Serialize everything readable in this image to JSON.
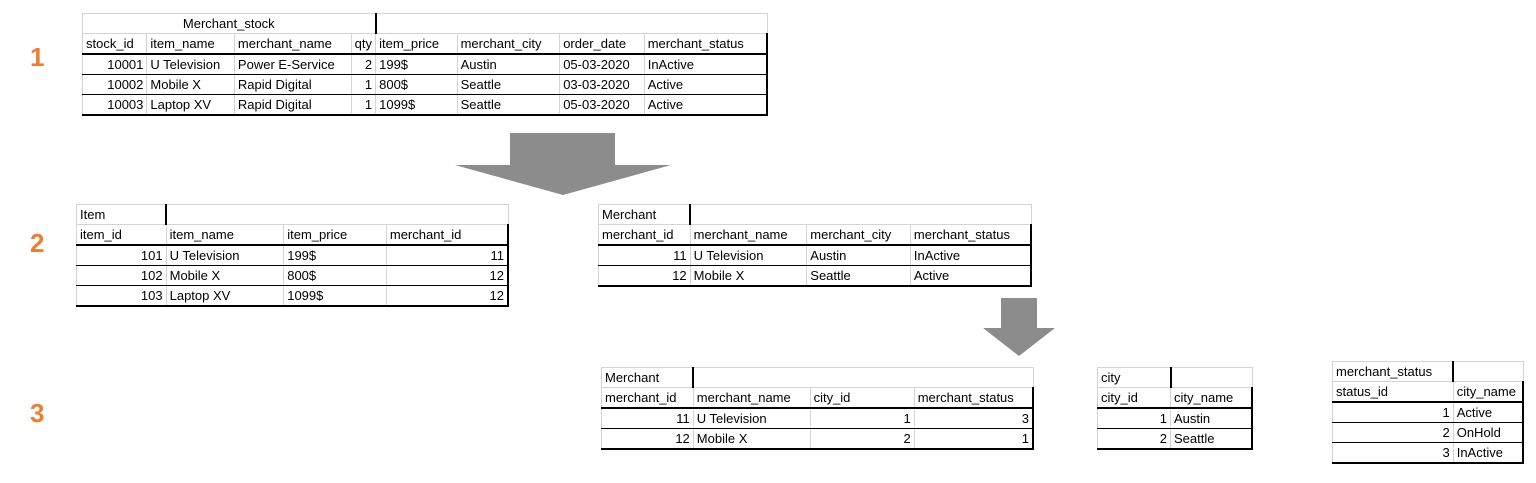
{
  "steps": [
    "1",
    "2",
    "3"
  ],
  "colors": {
    "step": "#ED7D31",
    "arrow": "#8C8C8C"
  },
  "merchant_stock": {
    "title": "Merchant_stock",
    "headers": [
      "stock_id",
      "item_name",
      "merchant_name",
      "qty",
      "item_price",
      "merchant_city",
      "order_date",
      "merchant_status"
    ],
    "rows": [
      [
        "10001",
        "U Television",
        "Power E-Service",
        "2",
        "199$",
        "Austin",
        "05-03-2020",
        "InActive"
      ],
      [
        "10002",
        "Mobile X",
        "Rapid Digital",
        "1",
        "800$",
        "Seattle",
        "03-03-2020",
        "Active"
      ],
      [
        "10003",
        "Laptop XV",
        "Rapid Digital",
        "1",
        "1099$",
        "Seattle",
        "05-03-2020",
        "Active"
      ]
    ]
  },
  "item": {
    "title": "Item",
    "headers": [
      "item_id",
      "item_name",
      "item_price",
      "merchant_id"
    ],
    "rows": [
      [
        "101",
        "U Television",
        "199$",
        "11"
      ],
      [
        "102",
        "Mobile X",
        "800$",
        "12"
      ],
      [
        "103",
        "Laptop XV",
        "1099$",
        "12"
      ]
    ]
  },
  "merchant2": {
    "title": "Merchant",
    "headers": [
      "merchant_id",
      "merchant_name",
      "merchant_city",
      "merchant_status"
    ],
    "rows": [
      [
        "11",
        "U Television",
        "Austin",
        "InActive"
      ],
      [
        "12",
        "Mobile X",
        "Seattle",
        "Active"
      ]
    ]
  },
  "merchant3": {
    "title": "Merchant",
    "headers": [
      "merchant_id",
      "merchant_name",
      "city_id",
      "merchant_status"
    ],
    "rows": [
      [
        "11",
        "U Television",
        "1",
        "3"
      ],
      [
        "12",
        "Mobile X",
        "2",
        "1"
      ]
    ]
  },
  "city": {
    "title": "city",
    "headers": [
      "city_id",
      "city_name"
    ],
    "rows": [
      [
        "1",
        "Austin"
      ],
      [
        "2",
        "Seattle"
      ]
    ]
  },
  "merchant_status": {
    "title": "merchant_status",
    "headers": [
      "status_id",
      "city_name"
    ],
    "rows": [
      [
        "1",
        "Active"
      ],
      [
        "2",
        "OnHold"
      ],
      [
        "3",
        "InActive"
      ]
    ]
  }
}
